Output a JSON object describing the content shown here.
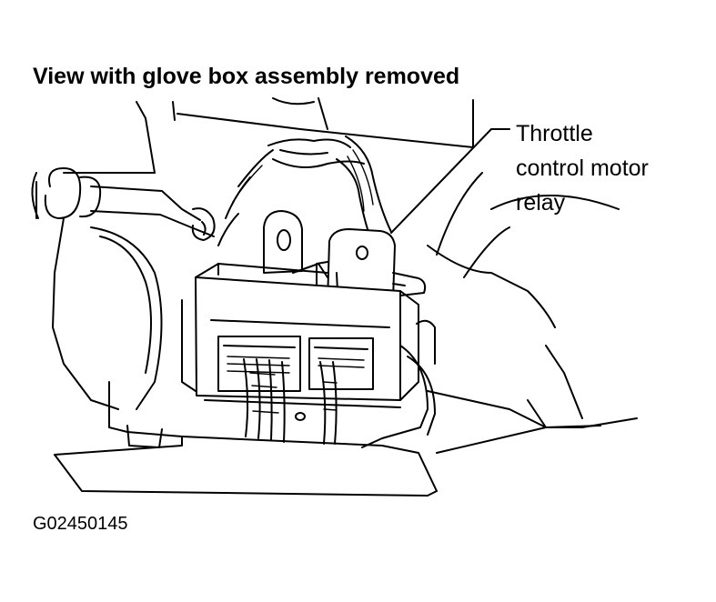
{
  "diagram": {
    "title": "View with glove box assembly removed",
    "callout": {
      "lines": [
        "Throttle",
        "control motor",
        "relay"
      ]
    },
    "figure_id": "G02450145"
  },
  "colors": {
    "ink": "#000000",
    "background": "#ffffff"
  }
}
